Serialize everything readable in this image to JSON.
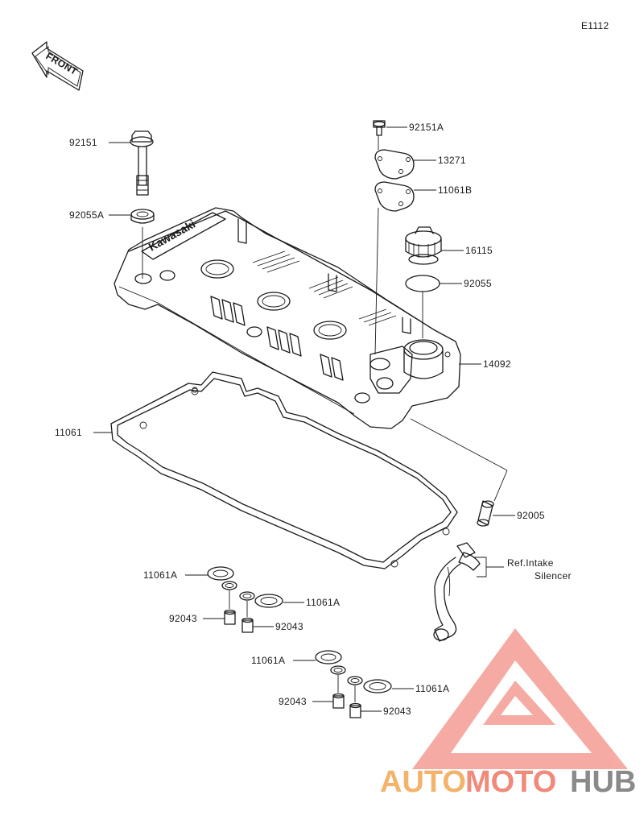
{
  "diagram_code": "E1112",
  "front_label": "FRONT",
  "cover_brand": "Kawasaki",
  "parts": {
    "p92151": "92151",
    "p92055A": "92055A",
    "p92151A": "92151A",
    "p13271": "13271",
    "p11061B": "11061B",
    "p16115": "16115",
    "p92055": "92055",
    "p14092": "14092",
    "p11061": "11061",
    "p92005": "92005",
    "ref_line1": "Ref.Intake",
    "ref_line2": "Silencer",
    "p11061A_1": "11061A",
    "p11061A_2": "11061A",
    "p92043_1": "92043",
    "p92043_2": "92043",
    "p11061A_3": "11061A",
    "p11061A_4": "11061A",
    "p92043_3": "92043",
    "p92043_4": "92043"
  },
  "watermark": {
    "auto": "AUTO",
    "moto": "MOTO",
    "hub": "HUB",
    "colors": {
      "triangle": "#f4a39a",
      "auto": "#f3b36b",
      "moto": "#f08a7a",
      "hub": "#8a8a8a"
    }
  }
}
